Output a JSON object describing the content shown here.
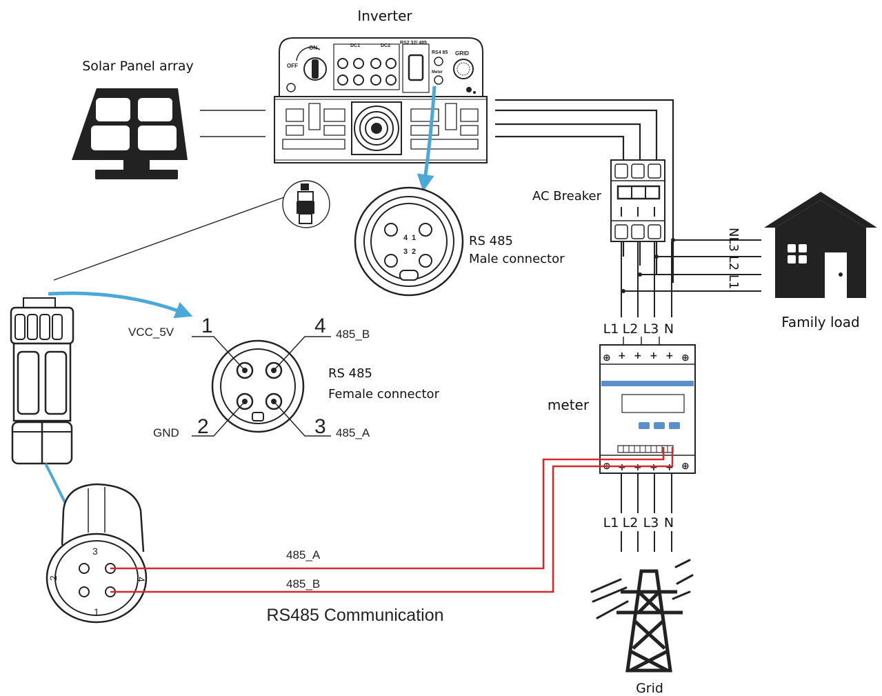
{
  "labels": {
    "inverter": "Inverter",
    "solar_panel": "Solar Panel array",
    "ac_breaker": "AC Breaker",
    "rs485_male_line1": "RS 485",
    "rs485_male_line2": "Male connector",
    "rs485_female_line1": "RS 485",
    "rs485_female_line2": "Female connector",
    "family_load": "Family load",
    "meter": "meter",
    "grid": "Grid",
    "rs485_comm": "RS485 Communication",
    "house_phases": "NL3 L2 L1"
  },
  "inverter_panel": {
    "on": "ON",
    "off": "OFF",
    "dc1": "DC1",
    "dc2": "DC2",
    "rs232": "RS2 32/ 485",
    "rs485": "RS4 85",
    "grid": "GRID",
    "meter": "Meter"
  },
  "female_pins": {
    "pin1": "1",
    "pin1_label": "VCC_5V",
    "pin2": "2",
    "pin2_label": "GND",
    "pin3": "3",
    "pin3_label": "485_A",
    "pin4": "4",
    "pin4_label": "485_B"
  },
  "male_pins": {
    "p1": "1",
    "p2": "2",
    "p3": "3",
    "p4": "4"
  },
  "plug_pins": {
    "p1": "1",
    "p2": "2",
    "p3": "3",
    "p4": "4"
  },
  "meter_top_phases": [
    "L1",
    "L2",
    "L3",
    "N"
  ],
  "meter_bottom_phases": [
    "L1",
    "L2",
    "L3",
    "N"
  ],
  "wires": {
    "a": "485_A",
    "b": "485_B"
  },
  "colors": {
    "signal_wire": "#d62828",
    "arrow": "#4aa9d8",
    "line": "#222222"
  }
}
